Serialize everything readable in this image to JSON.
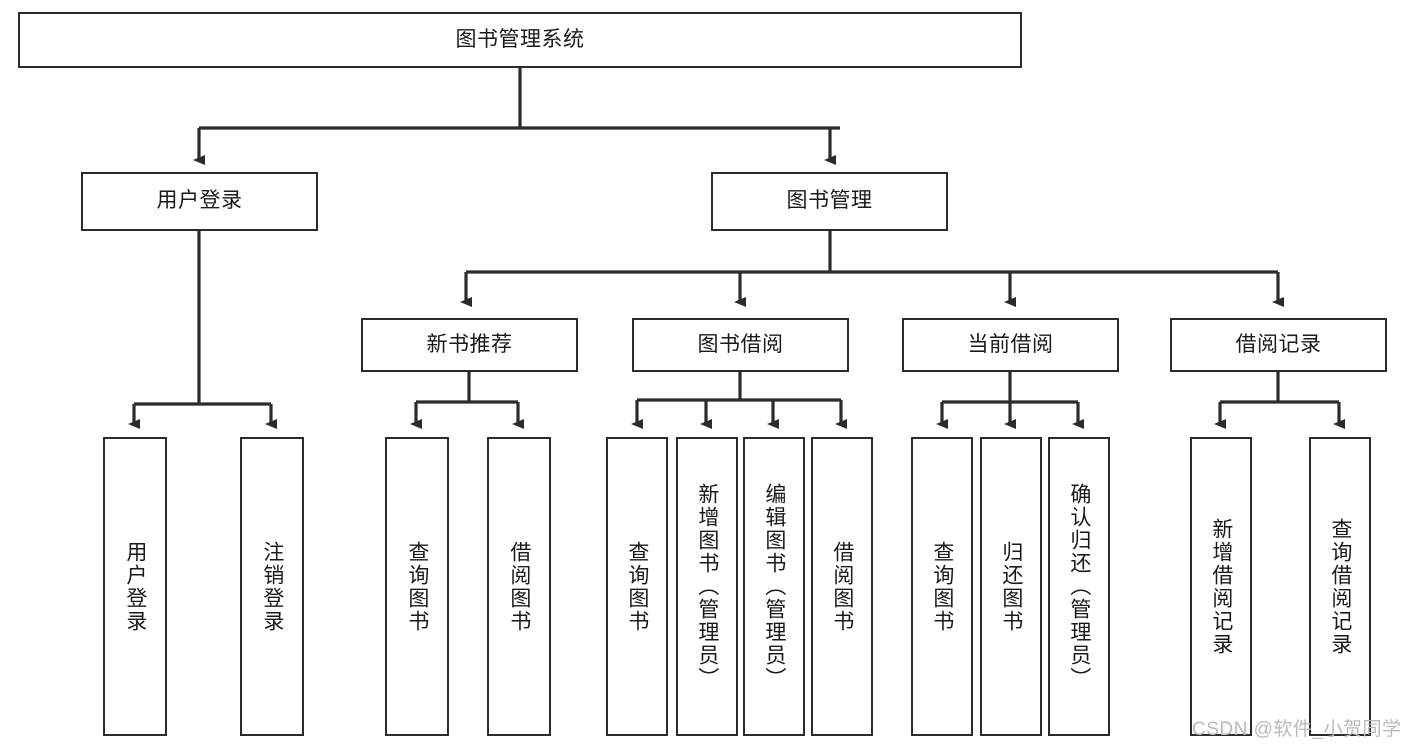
{
  "diagram": {
    "title": "图书管理系统",
    "type": "hierarchy-tree",
    "colors": {
      "box_border": "#2b2b2b",
      "box_fill": "#ffffff",
      "connector": "#2b2b2b",
      "text": "#1a1a1a",
      "watermark": "#b9b9b9"
    },
    "nodes": {
      "root": {
        "label": "图书管理系统"
      },
      "level2": [
        {
          "label": "用户登录"
        },
        {
          "label": "图书管理"
        }
      ],
      "level3": [
        {
          "label": "新书推荐"
        },
        {
          "label": "图书借阅"
        },
        {
          "label": "当前借阅"
        },
        {
          "label": "借阅记录"
        }
      ],
      "leaves": {
        "user_login": [
          {
            "label": "用户登录"
          },
          {
            "label": "注销登录"
          }
        ],
        "new_book_recommend": [
          {
            "label": "查询图书"
          },
          {
            "label": "借阅图书"
          }
        ],
        "book_borrow": [
          {
            "label": "查询图书"
          },
          {
            "label": "新增图书（管理员）"
          },
          {
            "label": "编辑图书（管理员）"
          },
          {
            "label": "借阅图书"
          }
        ],
        "current_borrow": [
          {
            "label": "查询图书"
          },
          {
            "label": "归还图书"
          },
          {
            "label": "确认归还（管理员）"
          }
        ],
        "borrow_record": [
          {
            "label": "新增借阅记录"
          },
          {
            "label": "查询借阅记录"
          }
        ]
      }
    },
    "watermark": "CSDN @软件_小贺同学"
  }
}
